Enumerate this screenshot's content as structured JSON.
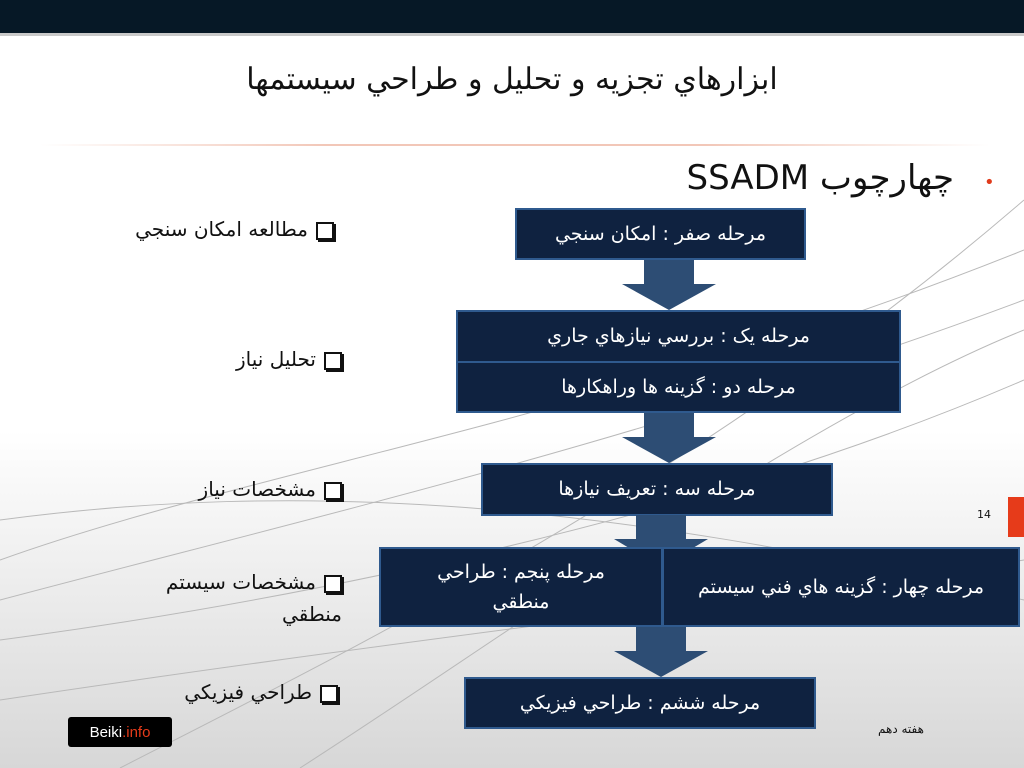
{
  "slide": {
    "title": "ابزارهاي تجزيه و تحليل و طراحي سيستمها",
    "heading": "چهارچوب SSADM",
    "page_number": "14",
    "footer": "هفته دهم",
    "logo": {
      "main": "Beiki",
      "suffix": ".info"
    },
    "colors": {
      "box_fill": "#0f2240",
      "box_border": "#2f5a8e",
      "arrow": "#2d4d74",
      "accent": "#e63b1a",
      "topbar": "#061826"
    }
  },
  "flowchart": {
    "stage0": "مرحله صفر : امكان سنجي",
    "stage1": "مرحله یک : بررسي نيازهاي جاري",
    "stage2": "مرحله دو : گزينه ها وراهكارها",
    "stage3": "مرحله سه : تعریف نيازها",
    "stage4": "مرحله چهار : گزينه هاي فني سيستم",
    "stage5": "مرحله پنجم : طراحي منطقي",
    "stage6": "مرحله ششم : طراحي فيزيكي"
  },
  "checklist": [
    "مطالعه امكان سنجي",
    "تحليل نياز",
    "مشخصات نياز",
    "مشخصات سيستم منطقي",
    "طراحي فيزيكي"
  ]
}
